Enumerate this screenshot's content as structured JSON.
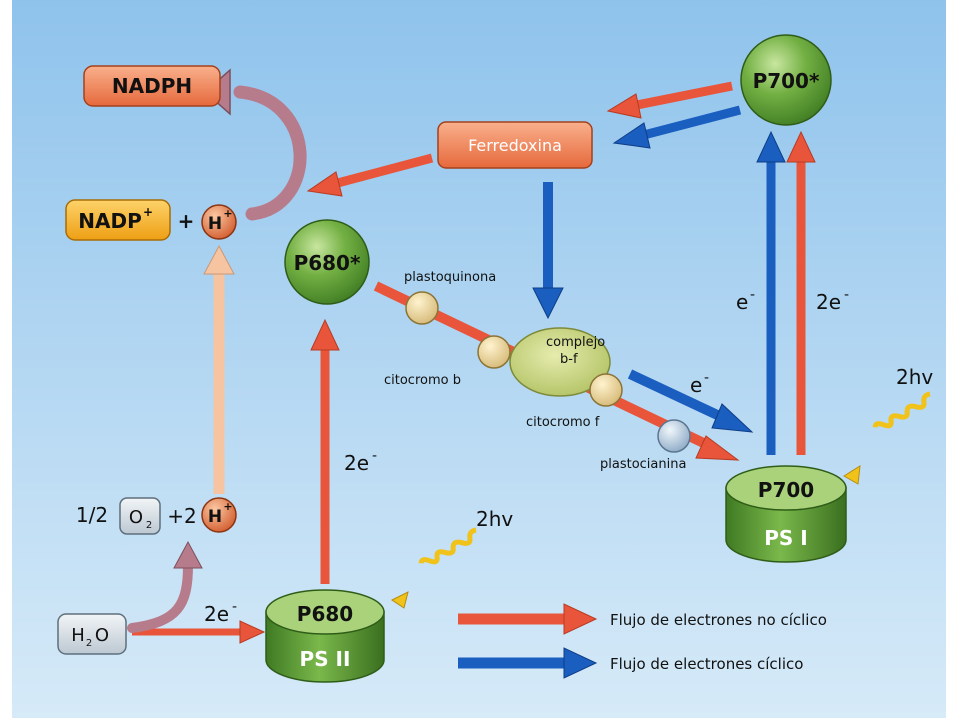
{
  "nodes": {
    "nadph": "NADPH",
    "nadp": "NADP",
    "nadp_sup": "+",
    "plus": "+",
    "h": "H",
    "h_sup": "+",
    "ferredoxina": "Ferredoxina",
    "p700_star": "P700*",
    "p680_star": "P680*",
    "p680": "P680",
    "ps2": "PS II",
    "p700": "P700",
    "ps1": "PS I",
    "h2o_h": "H",
    "h2o_sub": "2",
    "h2o_o": "O",
    "half": "1/2",
    "o": "O",
    "o_sub": "2",
    "plus2": "+2",
    "h2": "H",
    "h2_sup": "+"
  },
  "carriers": {
    "plastoquinona": "plastoquinona",
    "complejo_line1": "complejo",
    "complejo_line2": "b-f",
    "citocromo_b": "citocromo b",
    "citocromo_f": "citocromo f",
    "plastocianina": "plastocianina"
  },
  "electrons": {
    "ps2_water": "2e",
    "ps2_up": "2e",
    "ps1_blue": "e",
    "ps1_red": "2e",
    "complex_e": "e",
    "minus": "-"
  },
  "light": {
    "ps2": "2hv",
    "ps1": "2hv"
  },
  "legend": {
    "non_cyclic": "Flujo de electrones no cíclico",
    "cyclic": "Flujo de electrones cíclico"
  },
  "colors": {
    "background_top": "#8fc3ec",
    "background_bottom": "#d6eaf8",
    "red_arrow": "#e8553a",
    "blue_arrow": "#1a5ec0",
    "peach_arrow": "#f6c4a0",
    "mauve_arrow": "#b77c8c",
    "green_sphere": "#67a83d",
    "orange_box": "#f08a5d",
    "yellow_box": "#f6b21f",
    "light_wave": "#f0c21a"
  }
}
